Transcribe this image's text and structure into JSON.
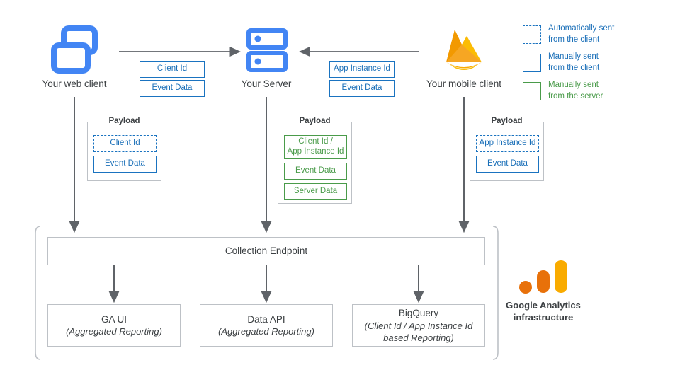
{
  "nodes": {
    "web_client": {
      "label": "Your web client",
      "icon": "windows-stack-icon"
    },
    "server": {
      "label": "Your Server",
      "icon": "server-rack-icon"
    },
    "mobile_client": {
      "label": "Your mobile client",
      "icon": "firebase-flame-icon"
    }
  },
  "wire_chips": {
    "web_to_server": [
      "Client Id",
      "Event Data"
    ],
    "mobile_to_server": [
      "App Instance Id",
      "Event Data"
    ]
  },
  "payloads": [
    {
      "title": "Payload",
      "source": "web-client",
      "items": [
        {
          "text": "Client Id",
          "style": "dashed-blue"
        },
        {
          "text": "Event Data",
          "style": "solid-blue"
        }
      ]
    },
    {
      "title": "Payload",
      "source": "server",
      "items": [
        {
          "text": "Client Id /\nApp Instance Id",
          "style": "solid-green"
        },
        {
          "text": "Event Data",
          "style": "solid-green"
        },
        {
          "text": "Server Data",
          "style": "solid-green"
        }
      ]
    },
    {
      "title": "Payload",
      "source": "mobile-client",
      "items": [
        {
          "text": "App Instance Id",
          "style": "dashed-blue"
        },
        {
          "text": "Event Data",
          "style": "solid-blue"
        }
      ]
    }
  ],
  "collection_endpoint": {
    "label": "Collection Endpoint"
  },
  "outputs": [
    {
      "title": "GA UI",
      "subtitle": "(Aggregated Reporting)"
    },
    {
      "title": "Data API",
      "subtitle": "(Aggregated Reporting)"
    },
    {
      "title": "BigQuery",
      "subtitle": "(Client Id / App Instance Id\nbased Reporting)"
    }
  ],
  "infrastructure": {
    "caption": "Google Analytics\ninfrastructure",
    "icon": "google-analytics-icon"
  },
  "legend": {
    "items": [
      {
        "text": "Automatically sent\nfrom the client",
        "style": "dashed-blue"
      },
      {
        "text": "Manually sent\nfrom the client",
        "style": "solid-blue"
      },
      {
        "text": "Manually sent\nfrom the server",
        "style": "solid-green"
      }
    ]
  },
  "colors": {
    "blue": "#1a73c0",
    "green": "#4a9b4a",
    "gray": "#bdc1c6",
    "arrow": "#5f6368",
    "text": "#3c4043",
    "ga_orange": "#e8710a",
    "ga_yellow": "#f9ab00",
    "client_blue": "#4285f4"
  }
}
